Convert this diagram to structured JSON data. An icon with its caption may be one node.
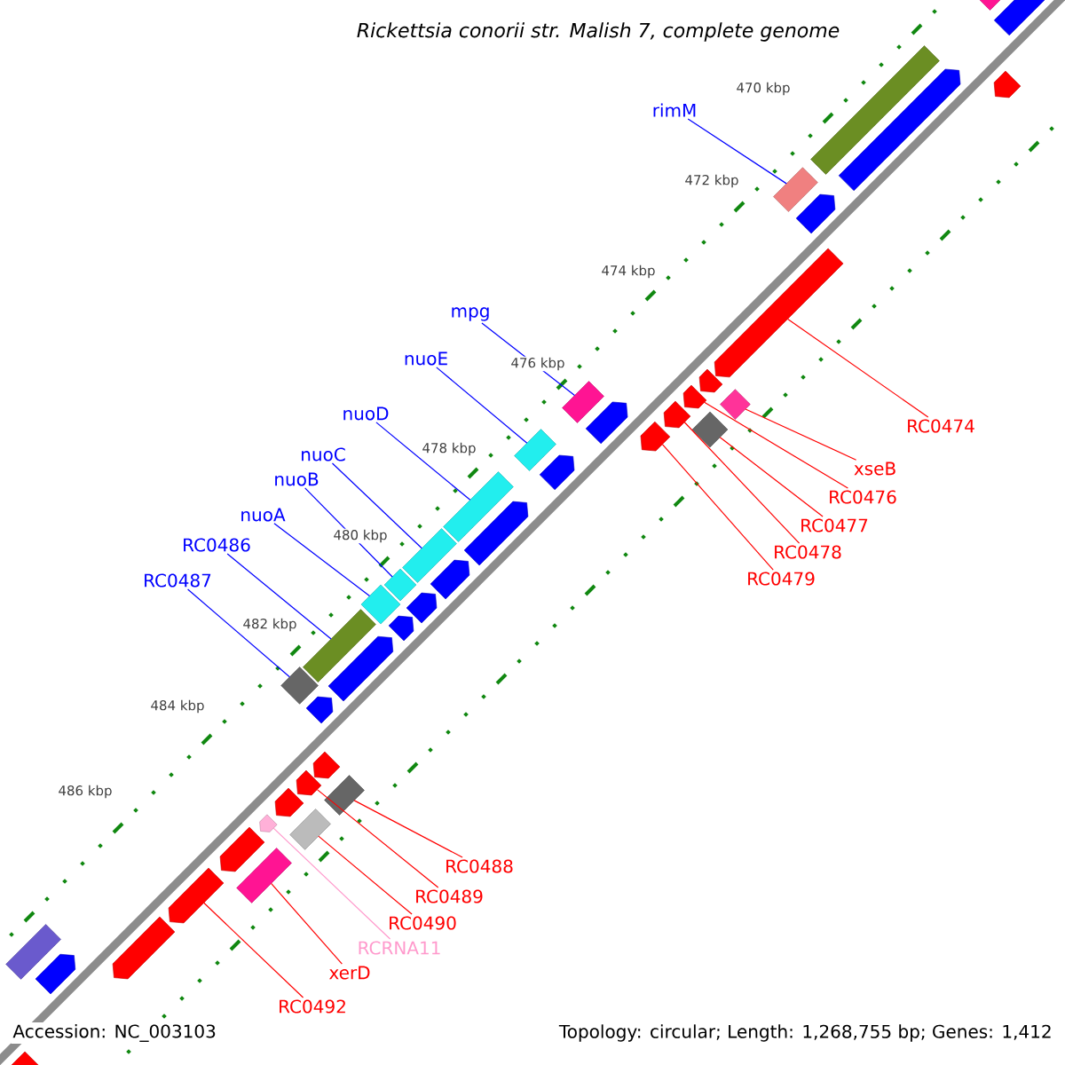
{
  "diagram": {
    "title": "Rickettsia conorii str. Malish 7, complete genome",
    "nodes": [
      {
        "text": [
          "rimM"
        ]
      },
      {
        "text": [],
        "shape": "box"
      },
      {
        "text": [
          "mpg"
        ]
      },
      {
        "text": [],
        "shape": "box"
      },
      {
        "text": [
          "nuoE"
        ]
      },
      {
        "text": [],
        "shape": "box"
      },
      {
        "text": [
          "nuoD"
        ]
      },
      {
        "text": [],
        "shape": "box"
      },
      {
        "text": [
          "nuoC"
        ]
      },
      {
        "text": [],
        "shape": "box"
      },
      {
        "text": [
          "nuoB"
        ]
      },
      {
        "text": [],
        "shape": "diamond"
      },
      {
        "text": [
          "nuoA"
        ]
      },
      {
        "text": [],
        "shape": "diamond"
      },
      {
        "text": [
          "RC0486"
        ]
      },
      {
        "text": [],
        "shape": "box"
      },
      {
        "text": [
          "RC0487"
        ]
      },
      {
        "text": [],
        "shape": "diamond"
      },
      {
        "text": [
          "RC0474"
        ]
      },
      {
        "text": [],
        "shape": "arrow"
      },
      {
        "text": [
          "xseB"
        ]
      },
      {
        "text": [],
        "shape": "diamond"
      },
      {
        "text": [
          "RC0476"
        ]
      },
      {
        "text": [],
        "shape": "arrow"
      },
      {
        "text": [
          "RC0477"
        ]
      },
      {
        "text": [],
        "shape": "diamond"
      },
      {
        "text": [
          "RC0478"
        ]
      },
      {
        "text": [],
        "shape": "arrow"
      },
      {
        "text": [
          "RC0479"
        ]
      },
      {
        "text": [],
        "shape": "arrow"
      },
      {
        "text": [
          "RC0488"
        ]
      },
      {
        "text": [],
        "shape": "box"
      },
      {
        "text": [
          "RC0489"
        ]
      },
      {
        "text": [],
        "shape": "arrow"
      },
      {
        "text": [
          "RC0490"
        ]
      },
      {
        "text": [],
        "shape": "box"
      },
      {
        "text": [
          "RCRNA11"
        ]
      },
      {
        "text": [],
        "shape": "arrow"
      },
      {
        "text": [
          "xerD"
        ]
      },
      {
        "text": [],
        "shape": "box"
      },
      {
        "text": [
          "RC0492"
        ]
      },
      {
        "text": [],
        "shape": "arrow"
      },
      {
        "text": [],
        "shape": "arrow"
      },
      {
        "text": [],
        "shape": "arrow"
      },
      {
        "text": [],
        "shape": "arrow"
      },
      {
        "text": [],
        "shape": "arrow"
      },
      {
        "text": [],
        "shape": "arrow"
      },
      {
        "text": [],
        "shape": "arrow"
      },
      {
        "text": [],
        "shape": "arrow"
      },
      {
        "text": [],
        "shape": "arrow"
      },
      {
        "text": [],
        "shape": "arrow"
      },
      {
        "text": [],
        "shape": "arrow"
      },
      {
        "text": [],
        "shape": "arrow"
      },
      {
        "text": [],
        "shape": "arrow"
      },
      {
        "text": [],
        "shape": "box"
      },
      {
        "text": [],
        "shape": "box"
      },
      {
        "text": [],
        "shape": "box"
      },
      {
        "text": [],
        "shape": "arrow"
      },
      {
        "text": [],
        "shape": "arrow"
      },
      {
        "text": [],
        "shape": "arrow"
      },
      {
        "text": [],
        "shape": "arrow"
      },
      {
        "text": [],
        "shape": "arrow"
      },
      {
        "text": [],
        "shape": "arrow"
      },
      {
        "text": [],
        "shape": "arrow"
      }
    ],
    "edges": [
      {
        "from": 0,
        "to": 1,
        "arrow": "none",
        "color": "#0000ff"
      },
      {
        "from": 2,
        "to": 3,
        "arrow": "none",
        "color": "#0000ff"
      },
      {
        "from": 4,
        "to": 5,
        "arrow": "none",
        "color": "#0000ff"
      },
      {
        "from": 6,
        "to": 7,
        "arrow": "none",
        "color": "#0000ff"
      },
      {
        "from": 8,
        "to": 9,
        "arrow": "none",
        "color": "#0000ff"
      },
      {
        "from": 10,
        "to": 11,
        "arrow": "none",
        "color": "#0000ff"
      },
      {
        "from": 12,
        "to": 13,
        "arrow": "none",
        "color": "#0000ff"
      },
      {
        "from": 14,
        "to": 15,
        "arrow": "none",
        "color": "#0000ff"
      },
      {
        "from": 16,
        "to": 17,
        "arrow": "none",
        "color": "#0000ff"
      },
      {
        "from": 18,
        "to": 19,
        "arrow": "none"
      },
      {
        "from": 20,
        "to": 21,
        "arrow": "none"
      },
      {
        "from": 22,
        "to": 23,
        "arrow": "none"
      },
      {
        "from": 24,
        "to": 25,
        "arrow": "none"
      },
      {
        "from": 26,
        "to": 27,
        "arrow": "none"
      },
      {
        "from": 28,
        "to": 29,
        "arrow": "none"
      },
      {
        "from": 30,
        "to": 31,
        "arrow": "none"
      },
      {
        "from": 32,
        "to": 33,
        "arrow": "none"
      },
      {
        "from": 34,
        "to": 35,
        "arrow": "none"
      },
      {
        "from": 36,
        "to": 37,
        "arrow": "none",
        "color": "#ff99cc"
      },
      {
        "from": 38,
        "to": 39,
        "arrow": "none"
      },
      {
        "from": 40,
        "to": 41,
        "arrow": "none"
      }
    ],
    "labels": [
      "470 kbp",
      "472 kbp",
      "474 kbp",
      "476 kbp",
      "478 kbp",
      "480 kbp",
      "482 kbp",
      "484 kbp",
      "486 kbp",
      "Accession: NC_003103",
      "Topology: circular; Length: 1,268,755 bp; Genes: 1,412"
    ]
  }
}
